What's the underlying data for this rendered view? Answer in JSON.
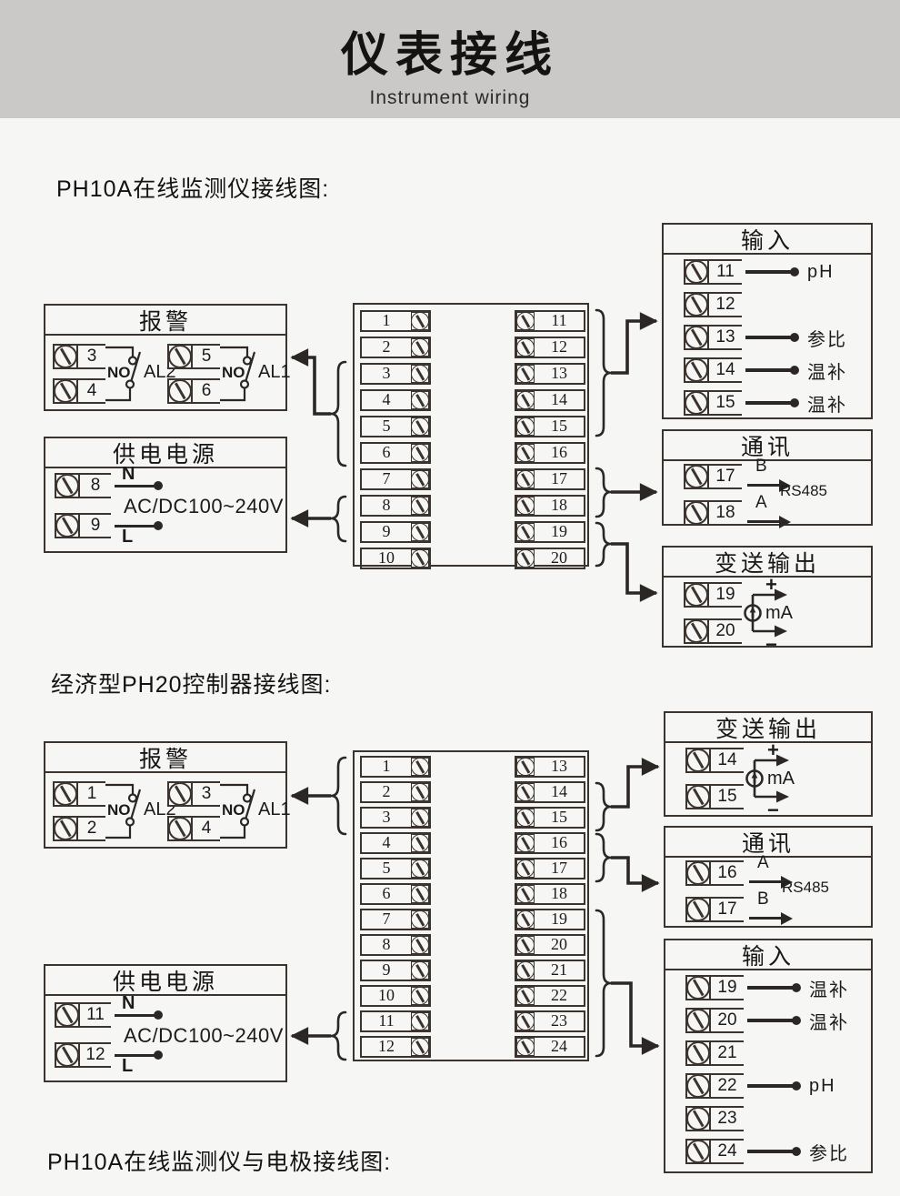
{
  "page": {
    "title": "仪表接线",
    "subtitle": "Instrument wiring"
  },
  "labels": {
    "no": "NO",
    "plus": "+",
    "minus": "−",
    "ma": "mA",
    "rs485": "RS485",
    "voltage": "AC/DC100~240V",
    "n": "N",
    "l": "L"
  },
  "sections": [
    {
      "heading": "PH10A在线监测仪接线图:",
      "alarm": {
        "title": "报警",
        "groups": [
          {
            "t1": "3",
            "t2": "4",
            "relay": "AL2"
          },
          {
            "t1": "5",
            "t2": "6",
            "relay": "AL1"
          }
        ]
      },
      "power": {
        "title": "供电电源",
        "t1": "8",
        "t2": "9"
      },
      "center": {
        "left": [
          "1",
          "2",
          "3",
          "4",
          "5",
          "6",
          "7",
          "8",
          "9",
          "10"
        ],
        "right": [
          "11",
          "12",
          "13",
          "14",
          "15",
          "16",
          "17",
          "18",
          "19",
          "20"
        ]
      },
      "input": {
        "title": "输入",
        "rows": [
          {
            "n": "11",
            "label": "pH"
          },
          {
            "n": "12",
            "label": ""
          },
          {
            "n": "13",
            "label": "参比"
          },
          {
            "n": "14",
            "label": "温补"
          },
          {
            "n": "15",
            "label": "温补"
          }
        ]
      },
      "comm": {
        "title": "通讯",
        "rows": [
          {
            "n": "17",
            "sig": "B"
          },
          {
            "n": "18",
            "sig": "A"
          }
        ]
      },
      "out": {
        "title": "变送输出",
        "t1": "19",
        "t2": "20"
      }
    },
    {
      "heading": "经济型PH20控制器接线图:",
      "alarm": {
        "title": "报警",
        "groups": [
          {
            "t1": "1",
            "t2": "2",
            "relay": "AL2"
          },
          {
            "t1": "3",
            "t2": "4",
            "relay": "AL1"
          }
        ]
      },
      "power": {
        "title": "供电电源",
        "t1": "11",
        "t2": "12"
      },
      "center": {
        "left": [
          "1",
          "2",
          "3",
          "4",
          "5",
          "6",
          "7",
          "8",
          "9",
          "10",
          "11",
          "12"
        ],
        "right": [
          "13",
          "14",
          "15",
          "16",
          "17",
          "18",
          "19",
          "20",
          "21",
          "22",
          "23",
          "24"
        ]
      },
      "out": {
        "title": "变送输出",
        "t1": "14",
        "t2": "15"
      },
      "comm": {
        "title": "通讯",
        "rows": [
          {
            "n": "16",
            "sig": "A"
          },
          {
            "n": "17",
            "sig": "B"
          }
        ]
      },
      "input": {
        "title": "输入",
        "rows": [
          {
            "n": "19",
            "label": "温补"
          },
          {
            "n": "20",
            "label": "温补"
          },
          {
            "n": "21",
            "label": ""
          },
          {
            "n": "22",
            "label": "pH"
          },
          {
            "n": "23",
            "label": ""
          },
          {
            "n": "24",
            "label": "参比"
          }
        ]
      }
    }
  ],
  "footer_heading": "PH10A在线监测仪与电极接线图:"
}
